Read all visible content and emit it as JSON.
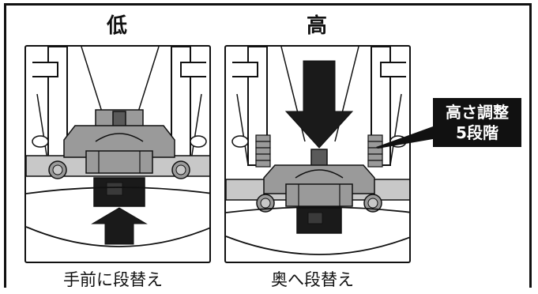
{
  "headings": {
    "low": "低",
    "high": "高"
  },
  "captions": {
    "low": "手前に段替え",
    "high": "奥へ段替え"
  },
  "callout": {
    "line1": "高さ調整",
    "line2": "5段階"
  },
  "icons": {
    "low_arrow": "arrow-up-icon",
    "high_arrow": "arrow-down-icon"
  },
  "colors": {
    "line": "#111111",
    "gray_dark": "#5a5a5a",
    "gray_mid": "#9a9a9a",
    "gray_light": "#c8c8c8",
    "black_block": "#1a1a1a"
  }
}
